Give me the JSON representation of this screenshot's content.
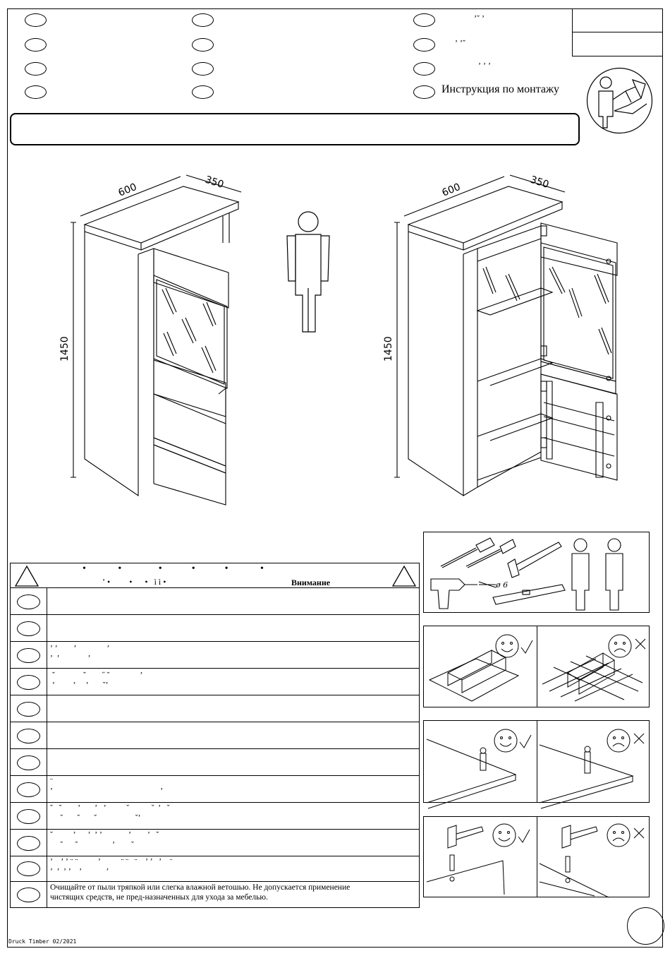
{
  "header": {
    "instruction_title": "Инструкция по монтажу",
    "accent_marks": [
      {
        "text": "ʼˇ  ʼ"
      },
      {
        "text": "ʼ             ʼˇ"
      },
      {
        "text": "ʼ   ʼ        ʼ"
      }
    ]
  },
  "dimensions": {
    "width": "600",
    "depth": "350",
    "height": "1450"
  },
  "warnings": {
    "title": "Внимание",
    "header_marks": "ʼ •         •      •   ì ì •",
    "rows": [
      {
        "text": ""
      },
      {
        "text": ""
      },
      {
        "text": "ʼ ʼ        ʼ               ʼ\nʼ  ʼ              ʼ"
      },
      {
        "text": " ˇ              ˇ        ˝ ˇ               ʼ\n ʼ         ʼ     ʼ       ˇʼ"
      },
      {
        "text": ""
      },
      {
        "text": ""
      },
      {
        "text": ""
      },
      {
        "text": "¨\nʼ                                                     ʼ"
      },
      {
        "text": "ˇ   ˇ        ʼ       ʼ   ʼ          ˇ           ˇ  ʼ   ˇ\n     ˇ       ˇ       ˇ                   ˇʼ"
      },
      {
        "text": "ˇ          ʼ      ʼ  ʼ ʼ             ʼ        ʼ   ˇ\n     ˇ      ˇ                 ʼ        ˇ"
      },
      {
        "text": "ʼ    ʼ ʼ ¨ ¨          ʼ          ¨ ¨   ¨    ʼ ʼ   ʼ    ¨\nʼ  ʼ  ʼ ʼ    ʼ            ʼ"
      },
      {
        "text": "Очищайте от пыли тряпкой или слегка влажной ветошью. Не допускается применение\nчистящих средств, не пред-назначенных для ухода за мебелью."
      }
    ]
  },
  "tools": {
    "drill_size": "ø 6"
  },
  "footer": {
    "print_info": "Druck Timber 02/2021"
  }
}
